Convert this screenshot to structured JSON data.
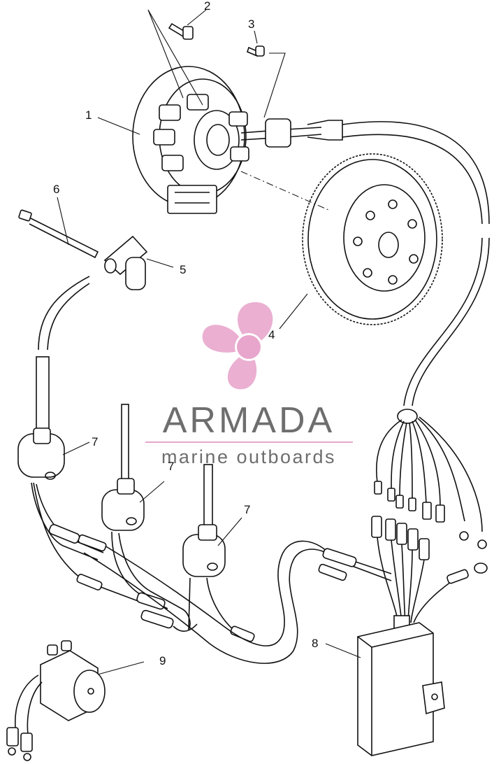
{
  "callouts": {
    "c1": "1",
    "c2": "2",
    "c3": "3",
    "c4": "4",
    "c5": "5",
    "c6": "6",
    "c7a": "7",
    "c7b": "7",
    "c7c": "7",
    "c8": "8",
    "c9": "9"
  },
  "watermark": {
    "name": "ARMADA",
    "tagline": "marine outboards",
    "name_color": "#6e6e6e",
    "accent_color": "#e8a6cc"
  }
}
